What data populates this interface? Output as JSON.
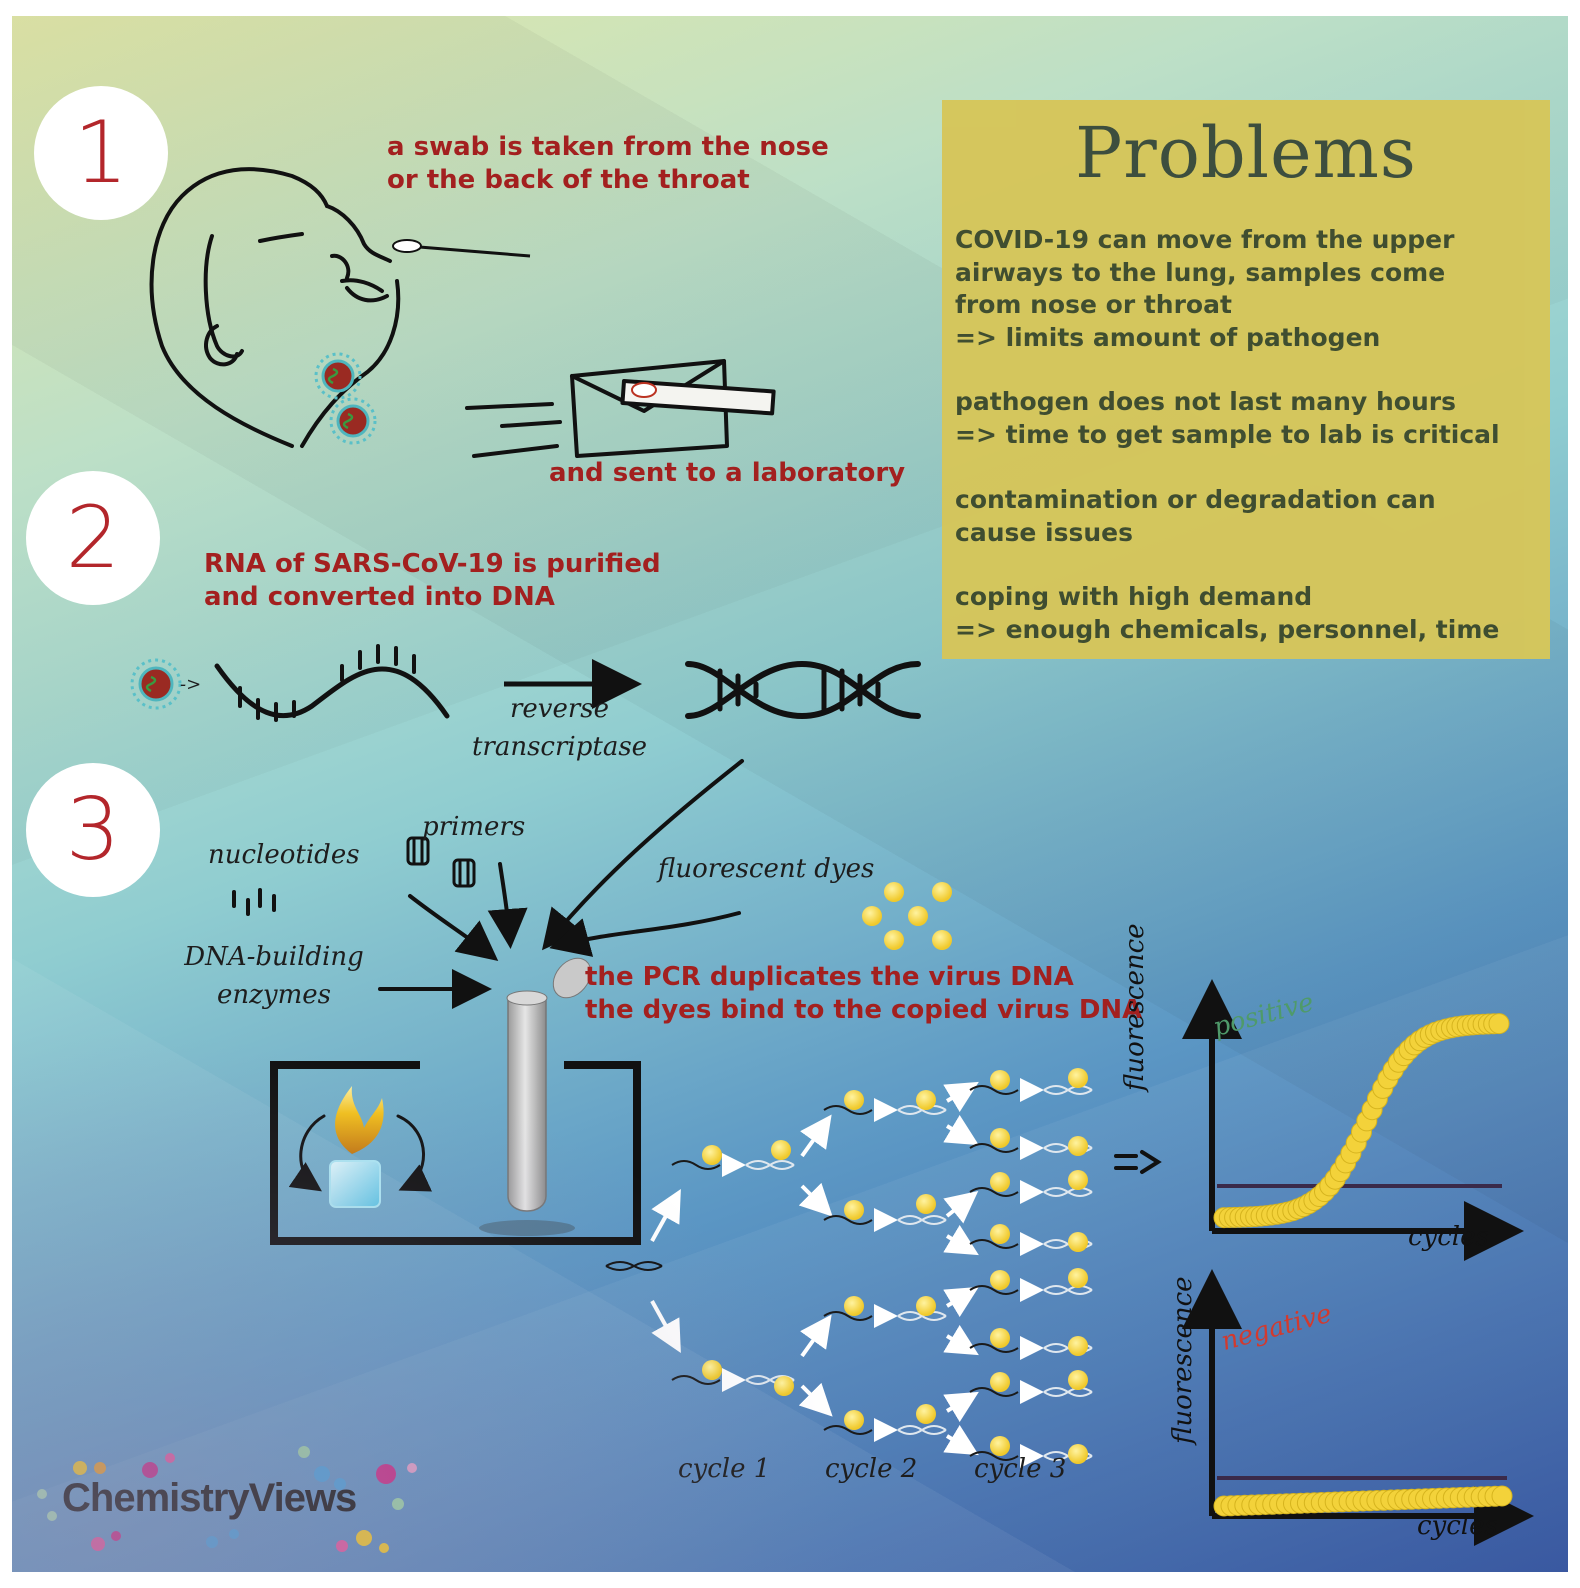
{
  "step_numbers": [
    "1",
    "2",
    "3"
  ],
  "step1": {
    "swab_caption": "a swab is taken from the nose\nor the back of the throat",
    "lab_caption": "and sent to a laboratory"
  },
  "step2": {
    "caption": "RNA of SARS-CoV-19 is purified\nand converted into DNA",
    "arrow_small": "->",
    "enzyme_label": "reverse\ntranscriptase"
  },
  "step3": {
    "nucleotides": "nucleotides",
    "primers": "primers",
    "fluorescent_dyes": "fluorescent dyes",
    "enzymes": "DNA-building\nenzymes",
    "pcr_caption": "the PCR duplicates the virus DNA\nthe dyes bind to the copied virus DNA",
    "result_arrow": "=>",
    "cycles": [
      "cycle 1",
      "cycle 2",
      "cycle 3"
    ]
  },
  "problems": {
    "title": "Problems",
    "items": [
      "COVID-19 can move from the upper\nairways to the lung, samples come\nfrom nose or throat\n=> limits amount of pathogen",
      "pathogen does not last many hours\n=> time to get sample to lab is critical",
      "contamination or degradation can\ncause issues",
      "coping with high demand\n=> enough chemicals, personnel, time"
    ]
  },
  "charts": {
    "positive": {
      "ylabel": "fluorescence",
      "xlabel": "cycles",
      "tag": "positive"
    },
    "negative": {
      "ylabel": "fluorescence",
      "xlabel": "cycles",
      "tag": "negative"
    }
  },
  "logo": {
    "text": "ChemistryViews"
  },
  "colors": {
    "red_text": "#a3201f",
    "problems_bg": "#d6c65a",
    "dye_yellow": "#f3d23a",
    "positive_green": "#4f9a6a",
    "negative_red": "#d23a2e"
  },
  "icons": [
    "virus-icon",
    "envelope-icon",
    "swab-icon",
    "rna-strand-icon",
    "dna-helix-icon",
    "pcr-tube-icon",
    "flame-icon",
    "ice-cube-icon",
    "primer-icon"
  ]
}
